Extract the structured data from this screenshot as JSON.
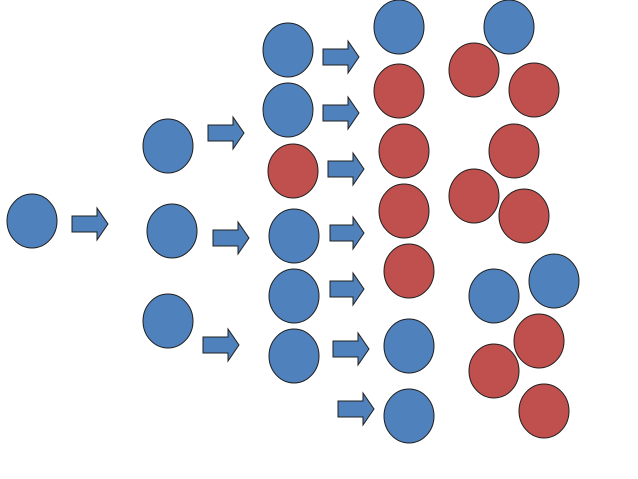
{
  "title": "",
  "colors": {
    "blue": "#4F81BD",
    "red": "#C0504D",
    "outline": "#1F1F1F",
    "arrow": "#4F81BD",
    "background": "#FFFFFF"
  },
  "counts": {
    "generation_1": {
      "blue": 1,
      "red": 0
    },
    "generation_2": {
      "blue": 3,
      "red": 0
    },
    "generation_3": {
      "blue": 5,
      "red": 1
    },
    "generation_4": {
      "blue": 3,
      "red": 4
    },
    "generation_5": {
      "blue": 3,
      "red": 8
    }
  },
  "arrow_icon": "right-arrow-icon"
}
